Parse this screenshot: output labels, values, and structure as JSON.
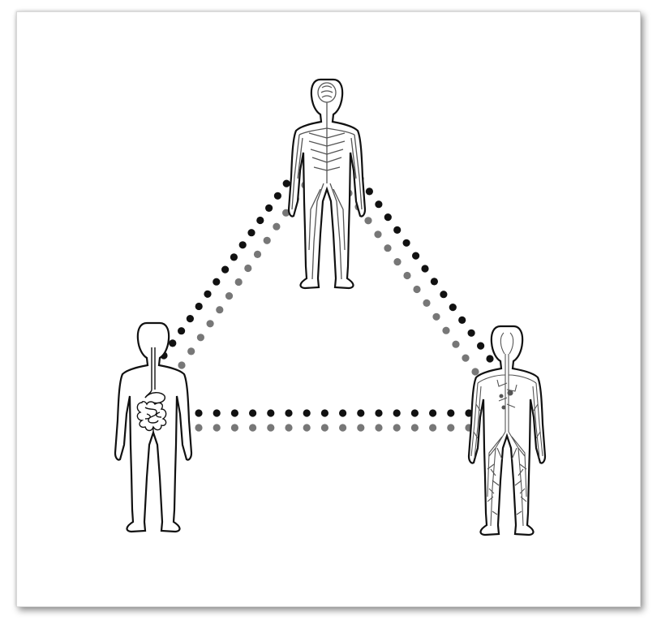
{
  "figures": [
    {
      "id": "nervous-system-figure",
      "icon": "nervous-system-body-icon"
    },
    {
      "id": "digestive-system-figure",
      "icon": "digestive-system-body-icon"
    },
    {
      "id": "circulatory-system-figure",
      "icon": "circulatory-system-body-icon"
    }
  ],
  "connections": [
    {
      "id": "connection-top-left",
      "from": "nervous-system-figure",
      "to": "digestive-system-figure"
    },
    {
      "id": "connection-top-right",
      "from": "nervous-system-figure",
      "to": "circulatory-system-figure"
    },
    {
      "id": "connection-bottom",
      "from": "digestive-system-figure",
      "to": "circulatory-system-figure"
    }
  ],
  "colors": {
    "dot_dark": "#111111",
    "dot_light": "#777777",
    "outline": "#111111",
    "organ": "#555555",
    "background": "#ffffff"
  }
}
